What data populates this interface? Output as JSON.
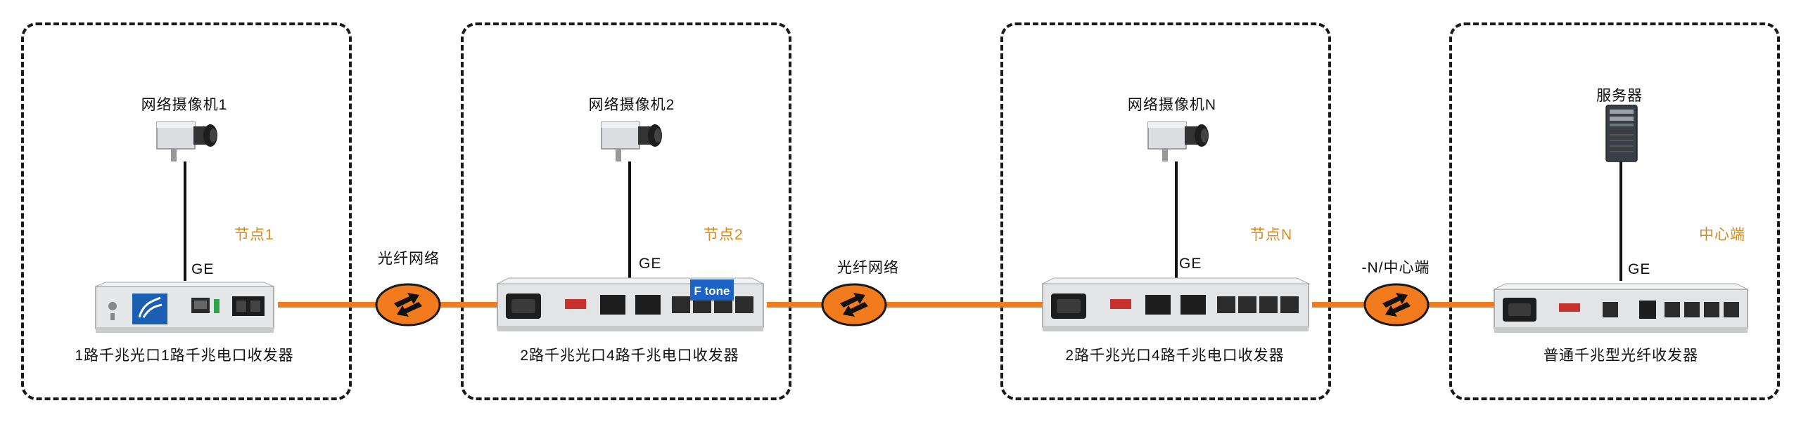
{
  "nodes": [
    {
      "camera": "网络摄像机1",
      "node": "节点1",
      "link": "GE",
      "device": "1路千兆光口1路千兆电口收发器"
    },
    {
      "camera": "网络摄像机2",
      "node": "节点2",
      "link": "GE",
      "device": "2路千兆光口4路千兆电口收发器",
      "brand": "F tone"
    },
    {
      "camera": "网络摄像机N",
      "node": "节点N",
      "link": "GE",
      "device": "2路千兆光口4路千兆电口收发器"
    },
    {
      "camera": "服务器",
      "node": "中心端",
      "link": "GE",
      "device": "普通千兆型光纤收发器"
    }
  ],
  "links": [
    "光纤网络",
    "光纤网络",
    "-N/中心端"
  ],
  "colors": {
    "fiber": "#f27b1d",
    "node_label": "#d98a1b",
    "hub": "#f27b1d",
    "border": "#1a1a1a"
  }
}
